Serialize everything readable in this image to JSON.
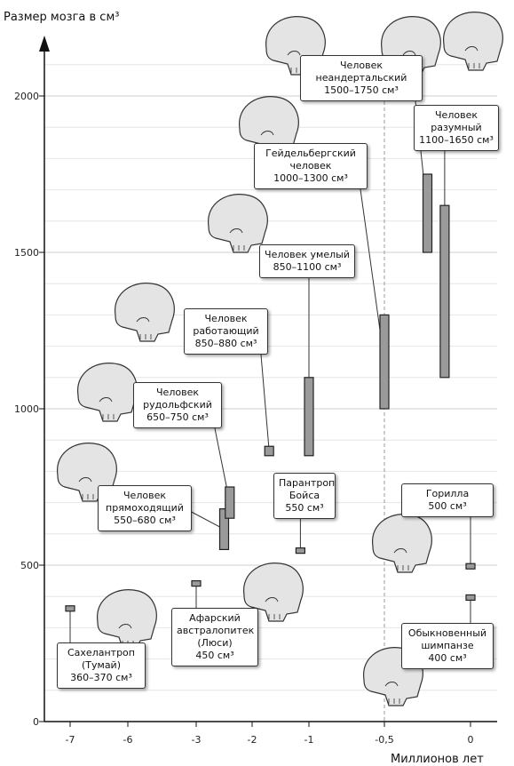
{
  "chart_data": {
    "type": "bar",
    "ylabel": "Размер мозга в см³",
    "xlabel": "Миллионов лет",
    "xlim": [
      -7.4,
      0.3
    ],
    "ylim": [
      0,
      2200
    ],
    "x_ticks": [
      "-7",
      "-6",
      "-3",
      "-2",
      "-1",
      "-0,5",
      "0"
    ],
    "y_ticks": [
      "0",
      "500",
      "1000",
      "1500",
      "2000"
    ],
    "grid": "horizontal",
    "species": [
      {
        "id": "sahelanthropus",
        "lines": [
          "Сахелантроп",
          "(Тумай)",
          "360–370 см³"
        ],
        "x": -7.0,
        "min": 360,
        "max": 370
      },
      {
        "id": "afarensis",
        "lines": [
          "Афарский",
          "австралопитек",
          "(Люси)",
          "450 см³"
        ],
        "x": -3.0,
        "min": 440,
        "max": 450
      },
      {
        "id": "ergaster",
        "lines": [
          "Человек",
          "прямоходящий",
          "550–680 см³"
        ],
        "x": -2.5,
        "min": 550,
        "max": 680
      },
      {
        "id": "rudolfensis",
        "lines": [
          "Человек",
          "рудольфский",
          "650–750 см³"
        ],
        "x": -2.4,
        "min": 650,
        "max": 750
      },
      {
        "id": "habilis",
        "lines": [
          "Человек",
          "работающий",
          "850–880 см³"
        ],
        "x": -1.7,
        "min": 850,
        "max": 880
      },
      {
        "id": "boisei",
        "lines": [
          "Парантроп",
          "Бойса",
          "550 см³"
        ],
        "x": -1.15,
        "min": 540,
        "max": 555
      },
      {
        "id": "skillful",
        "lines": [
          "Человек умелый",
          "850–1100 см³"
        ],
        "x": -1.0,
        "min": 850,
        "max": 1100
      },
      {
        "id": "heidelbergensis",
        "lines": [
          "Гейдельбергский",
          "человек",
          "1000–1300 см³"
        ],
        "x": -0.5,
        "min": 1000,
        "max": 1300
      },
      {
        "id": "neanderthal",
        "lines": [
          "Человек",
          "неандертальский",
          "1500–1750 см³"
        ],
        "x": -0.25,
        "min": 1500,
        "max": 1750
      },
      {
        "id": "sapiens",
        "lines": [
          "Человек",
          "разумный",
          "1100–1650 см³"
        ],
        "x": -0.15,
        "min": 1100,
        "max": 1650
      },
      {
        "id": "gorilla",
        "lines": [
          "Горилла",
          "500 см³"
        ],
        "x": 0.0,
        "min": 490,
        "max": 505
      },
      {
        "id": "chimpanzee",
        "lines": [
          "Обыкновенный",
          "шимпанзе",
          "400 см³"
        ],
        "x": 0.0,
        "min": 390,
        "max": 405
      }
    ]
  }
}
